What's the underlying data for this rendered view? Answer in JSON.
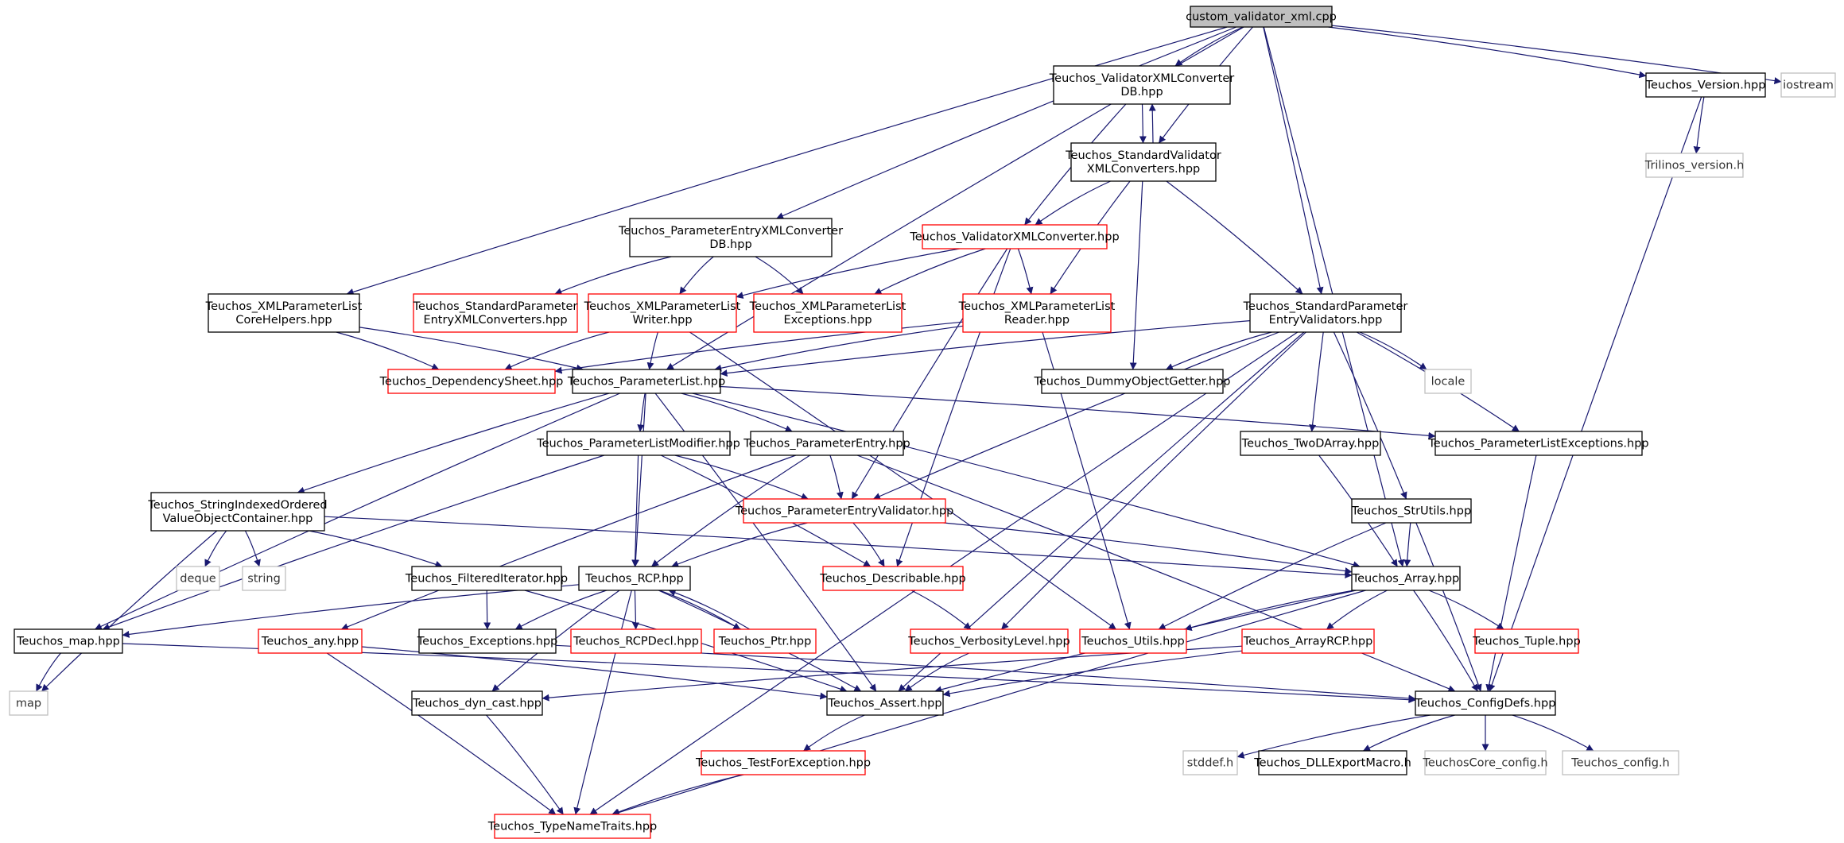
{
  "colors": {
    "edge": "#191970",
    "box_black": "#000000",
    "box_red": "#ff0000",
    "box_gray": "#bfbfbf",
    "root_fill": "#bfbfbf",
    "text": "#000000"
  },
  "nodes": [
    {
      "id": "root",
      "lines": [
        "custom_validator_xml.cpp"
      ],
      "style": "root"
    },
    {
      "id": "vxcdb",
      "lines": [
        "Teuchos_ValidatorXMLConverter",
        "DB.hpp"
      ],
      "style": "black"
    },
    {
      "id": "version",
      "lines": [
        "Teuchos_Version.hpp"
      ],
      "style": "black"
    },
    {
      "id": "iostream",
      "lines": [
        "iostream"
      ],
      "style": "gray"
    },
    {
      "id": "trilinos",
      "lines": [
        "Trilinos_version.h"
      ],
      "style": "gray"
    },
    {
      "id": "svxc",
      "lines": [
        "Teuchos_StandardValidator",
        "XMLConverters.hpp"
      ],
      "style": "black"
    },
    {
      "id": "pexcdb",
      "lines": [
        "Teuchos_ParameterEntryXMLConverter",
        "DB.hpp"
      ],
      "style": "black"
    },
    {
      "id": "vxc",
      "lines": [
        "Teuchos_ValidatorXMLConverter.hpp"
      ],
      "style": "red"
    },
    {
      "id": "xplch",
      "lines": [
        "Teuchos_XMLParameterList",
        "CoreHelpers.hpp"
      ],
      "style": "black"
    },
    {
      "id": "spexc",
      "lines": [
        "Teuchos_StandardParameter",
        "EntryXMLConverters.hpp"
      ],
      "style": "red"
    },
    {
      "id": "xplw",
      "lines": [
        "Teuchos_XMLParameterList",
        "Writer.hpp"
      ],
      "style": "red"
    },
    {
      "id": "xple",
      "lines": [
        "Teuchos_XMLParameterList",
        "Exceptions.hpp"
      ],
      "style": "red"
    },
    {
      "id": "xplr",
      "lines": [
        "Teuchos_XMLParameterList",
        "Reader.hpp"
      ],
      "style": "red"
    },
    {
      "id": "spev",
      "lines": [
        "Teuchos_StandardParameter",
        "EntryValidators.hpp"
      ],
      "style": "black"
    },
    {
      "id": "depsheet",
      "lines": [
        "Teuchos_DependencySheet.hpp"
      ],
      "style": "red"
    },
    {
      "id": "plist",
      "lines": [
        "Teuchos_ParameterList.hpp"
      ],
      "style": "black"
    },
    {
      "id": "dummy",
      "lines": [
        "Teuchos_DummyObjectGetter.hpp"
      ],
      "style": "black"
    },
    {
      "id": "locale",
      "lines": [
        "locale"
      ],
      "style": "gray"
    },
    {
      "id": "plmod",
      "lines": [
        "Teuchos_ParameterListModifier.hpp"
      ],
      "style": "black"
    },
    {
      "id": "pentry",
      "lines": [
        "Teuchos_ParameterEntry.hpp"
      ],
      "style": "black"
    },
    {
      "id": "twod",
      "lines": [
        "Teuchos_TwoDArray.hpp"
      ],
      "style": "black"
    },
    {
      "id": "plexc",
      "lines": [
        "Teuchos_ParameterListExceptions.hpp"
      ],
      "style": "black"
    },
    {
      "id": "sio",
      "lines": [
        "Teuchos_StringIndexedOrdered",
        "ValueObjectContainer.hpp"
      ],
      "style": "black"
    },
    {
      "id": "pev",
      "lines": [
        "Teuchos_ParameterEntryValidator.hpp"
      ],
      "style": "red"
    },
    {
      "id": "strutils",
      "lines": [
        "Teuchos_StrUtils.hpp"
      ],
      "style": "black"
    },
    {
      "id": "deque",
      "lines": [
        "deque"
      ],
      "style": "gray"
    },
    {
      "id": "string",
      "lines": [
        "string"
      ],
      "style": "gray"
    },
    {
      "id": "filtit",
      "lines": [
        "Teuchos_FilteredIterator.hpp"
      ],
      "style": "black"
    },
    {
      "id": "rcp",
      "lines": [
        "Teuchos_RCP.hpp"
      ],
      "style": "black"
    },
    {
      "id": "describable",
      "lines": [
        "Teuchos_Describable.hpp"
      ],
      "style": "red"
    },
    {
      "id": "array",
      "lines": [
        "Teuchos_Array.hpp"
      ],
      "style": "black"
    },
    {
      "id": "map_hpp",
      "lines": [
        "Teuchos_map.hpp"
      ],
      "style": "black"
    },
    {
      "id": "any",
      "lines": [
        "Teuchos_any.hpp"
      ],
      "style": "red"
    },
    {
      "id": "exceptions",
      "lines": [
        "Teuchos_Exceptions.hpp"
      ],
      "style": "black"
    },
    {
      "id": "rcpdecl",
      "lines": [
        "Teuchos_RCPDecl.hpp"
      ],
      "style": "red"
    },
    {
      "id": "ptr",
      "lines": [
        "Teuchos_Ptr.hpp"
      ],
      "style": "red"
    },
    {
      "id": "verbosity",
      "lines": [
        "Teuchos_VerbosityLevel.hpp"
      ],
      "style": "red"
    },
    {
      "id": "utils",
      "lines": [
        "Teuchos_Utils.hpp"
      ],
      "style": "red"
    },
    {
      "id": "arrayrcp",
      "lines": [
        "Teuchos_ArrayRCP.hpp"
      ],
      "style": "red"
    },
    {
      "id": "tuple",
      "lines": [
        "Teuchos_Tuple.hpp"
      ],
      "style": "red"
    },
    {
      "id": "map",
      "lines": [
        "map"
      ],
      "style": "gray"
    },
    {
      "id": "dyncast",
      "lines": [
        "Teuchos_dyn_cast.hpp"
      ],
      "style": "black"
    },
    {
      "id": "assert",
      "lines": [
        "Teuchos_Assert.hpp"
      ],
      "style": "black"
    },
    {
      "id": "configdefs",
      "lines": [
        "Teuchos_ConfigDefs.hpp"
      ],
      "style": "black"
    },
    {
      "id": "stddef",
      "lines": [
        "stddef.h"
      ],
      "style": "gray"
    },
    {
      "id": "dllexport",
      "lines": [
        "Teuchos_DLLExportMacro.h"
      ],
      "style": "black"
    },
    {
      "id": "coreconfig",
      "lines": [
        "TeuchosCore_config.h"
      ],
      "style": "gray"
    },
    {
      "id": "tconfig",
      "lines": [
        "Teuchos_config.h"
      ],
      "style": "gray"
    },
    {
      "id": "testforexc",
      "lines": [
        "Teuchos_TestForException.hpp"
      ],
      "style": "red"
    },
    {
      "id": "typename",
      "lines": [
        "Teuchos_TypeNameTraits.hpp"
      ],
      "style": "red"
    }
  ],
  "edges": [
    [
      "root",
      "vxcdb"
    ],
    [
      "root",
      "version"
    ],
    [
      "root",
      "iostream"
    ],
    [
      "root",
      "svxc"
    ],
    [
      "root",
      "pexcdb"
    ],
    [
      "root",
      "xplch"
    ],
    [
      "root",
      "plist"
    ],
    [
      "root",
      "spev"
    ],
    [
      "root",
      "array"
    ],
    [
      "version",
      "trilinos"
    ],
    [
      "version",
      "configdefs"
    ],
    [
      "vxcdb",
      "svxc"
    ],
    [
      "svxc",
      "vxcdb"
    ],
    [
      "vxcdb",
      "vxc"
    ],
    [
      "svxc",
      "vxc"
    ],
    [
      "svxc",
      "xplr"
    ],
    [
      "svxc",
      "spev"
    ],
    [
      "svxc",
      "dummy"
    ],
    [
      "pexcdb",
      "spexc"
    ],
    [
      "pexcdb",
      "xplw"
    ],
    [
      "pexcdb",
      "xple"
    ],
    [
      "vxc",
      "xplw"
    ],
    [
      "vxc",
      "xple"
    ],
    [
      "vxc",
      "xplr"
    ],
    [
      "vxc",
      "pev"
    ],
    [
      "vxc",
      "describable"
    ],
    [
      "xplch",
      "depsheet"
    ],
    [
      "xplch",
      "plist"
    ],
    [
      "xplw",
      "depsheet"
    ],
    [
      "xplw",
      "plist"
    ],
    [
      "xplw",
      "utils"
    ],
    [
      "xplr",
      "depsheet"
    ],
    [
      "xplr",
      "plist"
    ],
    [
      "xplr",
      "utils"
    ],
    [
      "spev",
      "plist"
    ],
    [
      "spev",
      "dummy"
    ],
    [
      "spev",
      "locale"
    ],
    [
      "spev",
      "plexc"
    ],
    [
      "spev",
      "twod"
    ],
    [
      "spev",
      "strutils"
    ],
    [
      "spev",
      "pev"
    ],
    [
      "spev",
      "verbosity"
    ],
    [
      "spev",
      "assert"
    ],
    [
      "spev",
      "typename"
    ],
    [
      "plist",
      "plmod"
    ],
    [
      "plist",
      "pentry"
    ],
    [
      "plist",
      "plexc"
    ],
    [
      "plist",
      "sio"
    ],
    [
      "plist",
      "map_hpp"
    ],
    [
      "plist",
      "rcp"
    ],
    [
      "plist",
      "array"
    ],
    [
      "plist",
      "assert"
    ],
    [
      "plmod",
      "rcp"
    ],
    [
      "plmod",
      "pev"
    ],
    [
      "plmod",
      "describable"
    ],
    [
      "plmod",
      "map_hpp"
    ],
    [
      "pentry",
      "pev"
    ],
    [
      "pentry",
      "rcp"
    ],
    [
      "pentry",
      "any"
    ],
    [
      "pentry",
      "configdefs"
    ],
    [
      "twod",
      "array"
    ],
    [
      "plexc",
      "configdefs"
    ],
    [
      "sio",
      "deque"
    ],
    [
      "sio",
      "string"
    ],
    [
      "sio",
      "filtit"
    ],
    [
      "sio",
      "map"
    ],
    [
      "sio",
      "array"
    ],
    [
      "pev",
      "rcp"
    ],
    [
      "pev",
      "describable"
    ],
    [
      "pev",
      "array"
    ],
    [
      "strutils",
      "array"
    ],
    [
      "strutils",
      "utils"
    ],
    [
      "strutils",
      "configdefs"
    ],
    [
      "filtit",
      "exceptions"
    ],
    [
      "filtit",
      "assert"
    ],
    [
      "rcp",
      "map_hpp"
    ],
    [
      "rcp",
      "exceptions"
    ],
    [
      "rcp",
      "rcpdecl"
    ],
    [
      "rcp",
      "ptr"
    ],
    [
      "ptr",
      "rcp"
    ],
    [
      "rcp",
      "dyncast"
    ],
    [
      "rcp",
      "assert"
    ],
    [
      "rcp",
      "typename"
    ],
    [
      "describable",
      "verbosity"
    ],
    [
      "array",
      "utils"
    ],
    [
      "array",
      "arrayrcp"
    ],
    [
      "array",
      "tuple"
    ],
    [
      "array",
      "assert"
    ],
    [
      "array",
      "configdefs"
    ],
    [
      "array",
      "typename"
    ],
    [
      "map_hpp",
      "map"
    ],
    [
      "map_hpp",
      "configdefs"
    ],
    [
      "any",
      "assert"
    ],
    [
      "any",
      "typename"
    ],
    [
      "exceptions",
      "configdefs"
    ],
    [
      "verbosity",
      "assert"
    ],
    [
      "arrayrcp",
      "assert"
    ],
    [
      "arrayrcp",
      "dyncast"
    ],
    [
      "dyncast",
      "typename"
    ],
    [
      "assert",
      "testforexc"
    ],
    [
      "testforexc",
      "typename"
    ],
    [
      "configdefs",
      "stddef"
    ],
    [
      "configdefs",
      "dllexport"
    ],
    [
      "configdefs",
      "coreconfig"
    ],
    [
      "configdefs",
      "tconfig"
    ]
  ]
}
